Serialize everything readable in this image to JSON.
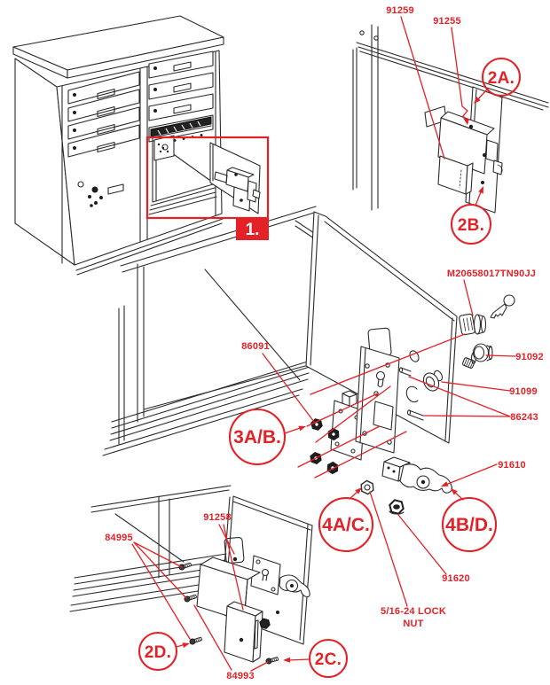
{
  "colors": {
    "accent_red": "#e42127",
    "line": "#2b2b2b",
    "background": "#ffffff"
  },
  "step_badge": {
    "step1": "1."
  },
  "callouts": {
    "c2a": "2A.",
    "c2b": "2B.",
    "c2c": "2C.",
    "c2d": "2D.",
    "c3ab": "3A/B.",
    "c4ac": "4A/C.",
    "c4bd": "4B/D."
  },
  "part_labels": {
    "p91259": "91259",
    "p91255": "91255",
    "pM20": "M20658017TN90JJ",
    "p86091": "86091",
    "p91092": "91092",
    "p91099": "91099",
    "p86243": "86243",
    "p91610": "91610",
    "p91620": "91620",
    "p84995": "84995",
    "p91258": "91258",
    "p84993": "84993",
    "lock_nut_line1": "5/16-24 LOCK",
    "lock_nut_line2": "NUT"
  }
}
